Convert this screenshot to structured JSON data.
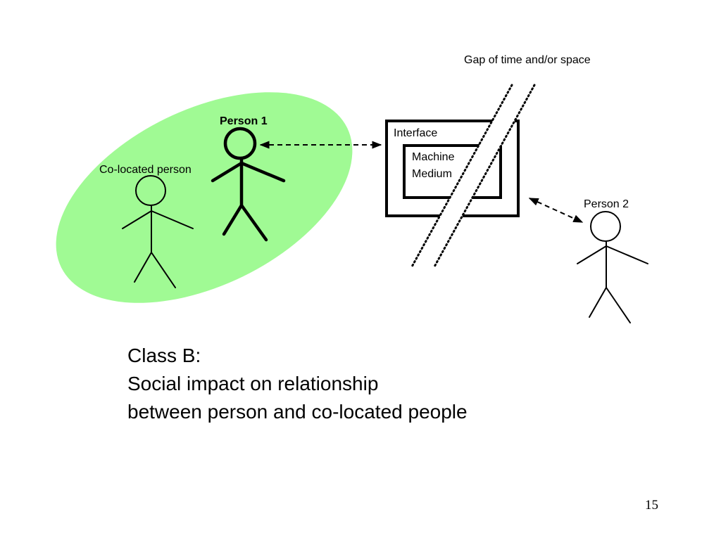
{
  "diagram": {
    "gap_label": "Gap of time and/or space",
    "person1_label": "Person 1",
    "colocated_label": "Co-located person",
    "interface_label": "Interface",
    "machine_label": "Machine",
    "medium_label": "Medium",
    "person2_label": "Person 2",
    "colors": {
      "colocation_region": "#a0fa94",
      "stroke": "#000000"
    }
  },
  "caption": {
    "line1": "Class B:",
    "line2": "Social impact on relationship",
    "line3": "between person and co-located people"
  },
  "page_number": "15"
}
